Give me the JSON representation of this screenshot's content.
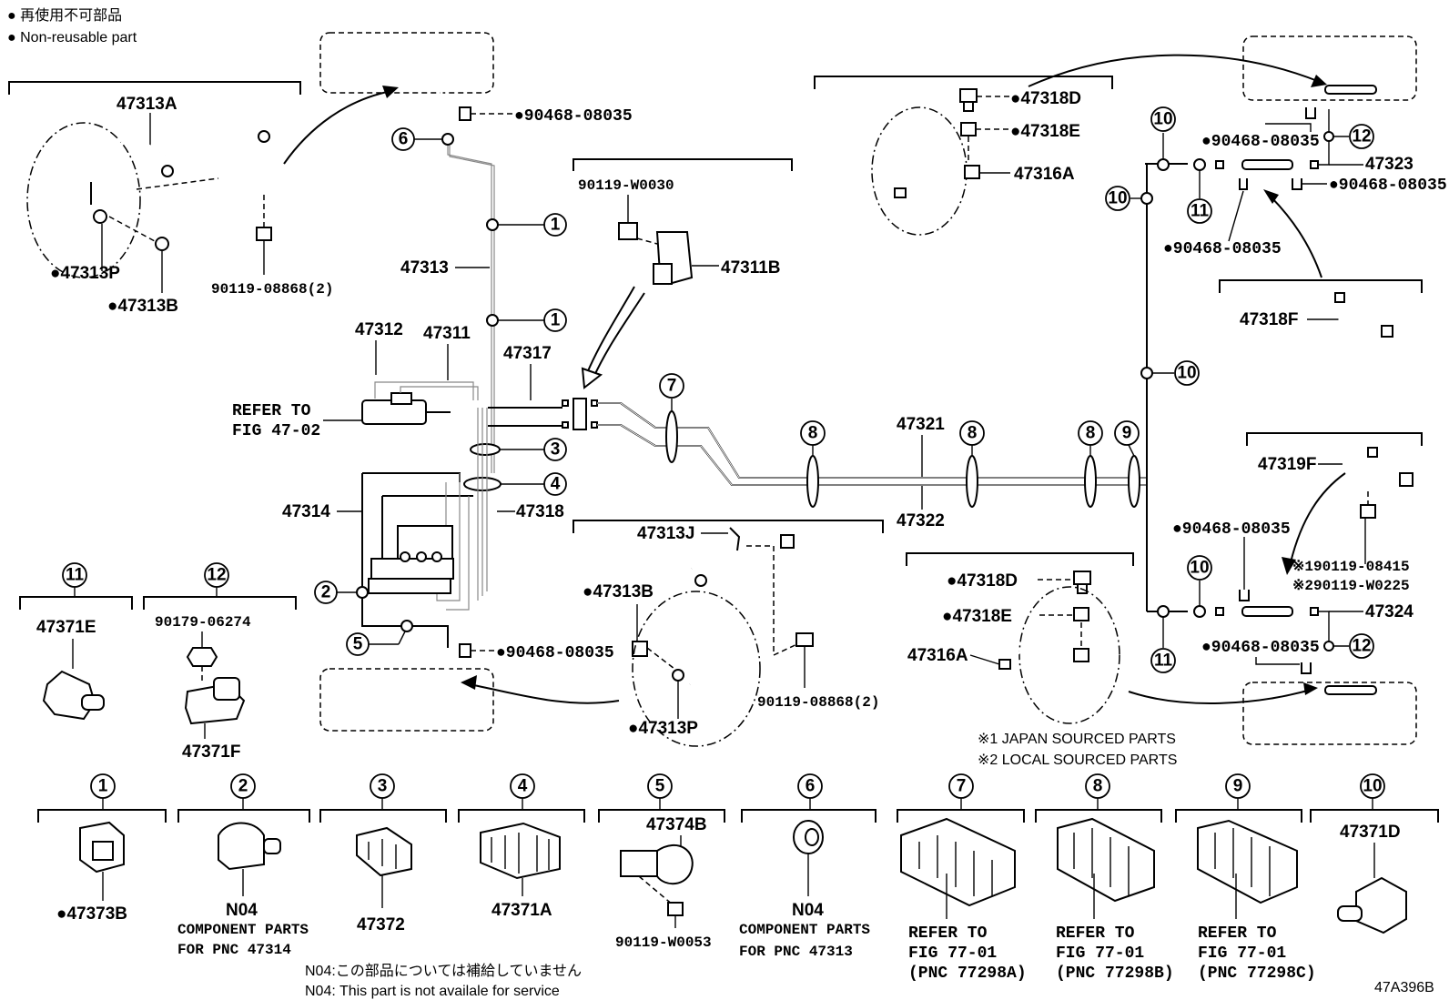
{
  "legend": {
    "jp": "● 再使用不可部品",
    "en": "● Non-reusable part"
  },
  "parts": {
    "p47313A": "47313A",
    "p47313P_tl": "●47313P",
    "p47313B_tl": "●47313B",
    "p90119_08868_tl": "90119-08868(2)",
    "p90468_top": "●90468-08035",
    "p47313": "47313",
    "p47312": "47312",
    "p47311": "47311",
    "p47317": "47317",
    "refer_to": "REFER TO",
    "fig_4702": "FIG 47-02",
    "p47314": "47314",
    "p47318": "47318",
    "p90119_W0030": "90119-W0030",
    "p47311B": "47311B",
    "p47313J": "47313J",
    "p47313B_mid": "●47313B",
    "p90468_mid": "●90468-08035",
    "p47313P_mid": "●47313P",
    "p90119_08868_mid": "90119-08868(2)",
    "p47321": "47321",
    "p47322": "47322",
    "p47318D_top": "●47318D",
    "p47318E_top": "●47318E",
    "p47316A_top": "47316A",
    "p90468_r1": "●90468-08035",
    "p47323": "47323",
    "p90468_r2": "●90468-08035",
    "p90468_r3": "●90468-08035",
    "p47318F": "47318F",
    "p47319F": "47319F",
    "p90468_r4": "●90468-08035",
    "p190119": "※190119-08415",
    "p290119": "※290119-W0225",
    "p47324": "47324",
    "p90468_r5": "●90468-08035",
    "p47318D_bot": "●47318D",
    "p47318E_bot": "●47318E",
    "p47316A_bot": "47316A",
    "note1": "※1 JAPAN SOURCED PARTS",
    "note2": "※2 LOCAL SOURCED PARTS",
    "p47371E": "47371E",
    "p90179": "90179-06274",
    "p47371F": "47371F"
  },
  "bottom_row": [
    {
      "num": "1",
      "label": "●47373B"
    },
    {
      "num": "2",
      "label": "N04",
      "sub1": "COMPONENT PARTS",
      "sub2": "FOR PNC 47314"
    },
    {
      "num": "3",
      "label": "47372"
    },
    {
      "num": "4",
      "label": "47371A"
    },
    {
      "num": "5",
      "label": "47374B",
      "sub1": "90119-W0053"
    },
    {
      "num": "6",
      "label": "N04",
      "sub1": "COMPONENT PARTS",
      "sub2": "FOR PNC 47313"
    },
    {
      "num": "7",
      "label": "REFER TO",
      "sub1": "FIG 77-01",
      "sub2": "(PNC 77298A)"
    },
    {
      "num": "8",
      "label": "REFER TO",
      "sub1": "FIG 77-01",
      "sub2": "(PNC 77298B)"
    },
    {
      "num": "9",
      "label": "REFER TO",
      "sub1": "FIG 77-01",
      "sub2": "(PNC 77298C)"
    },
    {
      "num": "10",
      "label": "47371D"
    }
  ],
  "footnotes": {
    "jp": "N04:この部品については補給していません",
    "en": "N04: This part is not availale for service"
  },
  "callout_nums": {
    "n1": "1",
    "n2": "2",
    "n3": "3",
    "n4": "4",
    "n5": "5",
    "n6": "6",
    "n7": "7",
    "n8": "8",
    "n9": "9",
    "n10": "10",
    "n11": "11",
    "n12": "12"
  },
  "figure_code": "47A396B"
}
